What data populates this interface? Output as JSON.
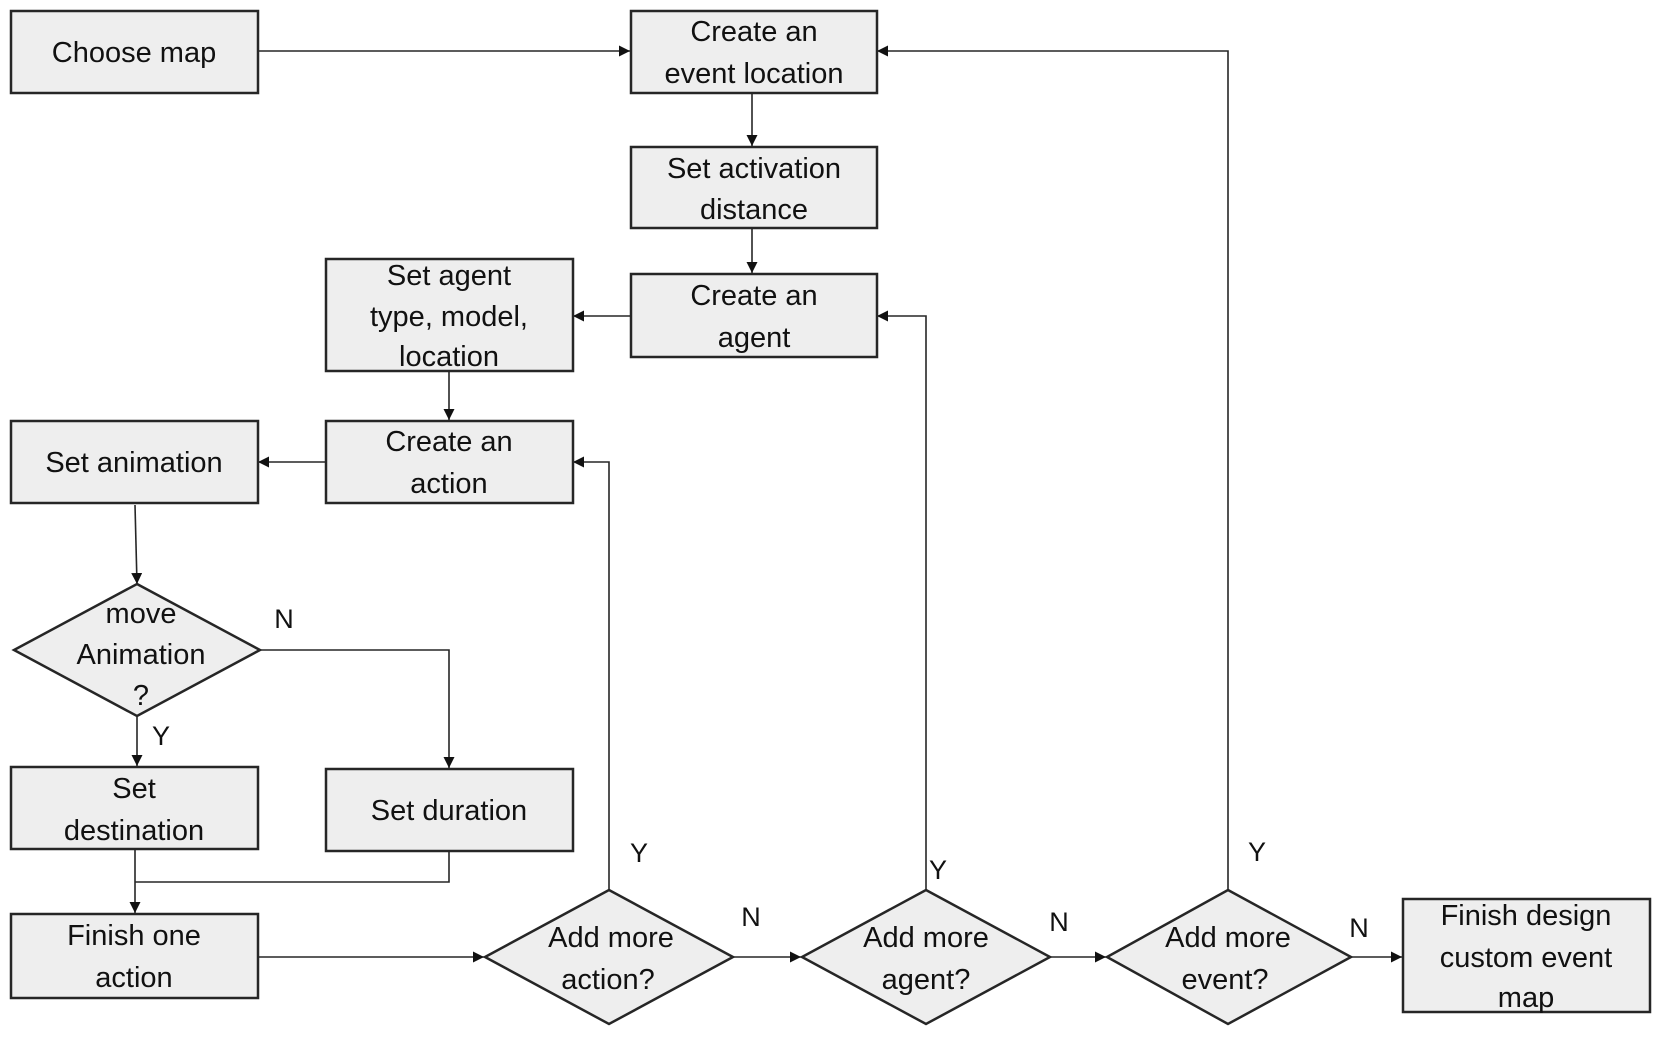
{
  "nodes": {
    "choose_map": {
      "lines": [
        "Choose map"
      ]
    },
    "create_event_location": {
      "lines": [
        "Create an",
        "event location"
      ]
    },
    "set_activation_distance": {
      "lines": [
        "Set activation",
        "distance"
      ]
    },
    "create_agent": {
      "lines": [
        "Create an",
        "agent"
      ]
    },
    "set_agent_type": {
      "lines": [
        "Set agent",
        "type, model,",
        "location"
      ]
    },
    "create_action": {
      "lines": [
        "Create an",
        "action"
      ]
    },
    "set_animation": {
      "lines": [
        "Set animation"
      ]
    },
    "move_animation": {
      "lines": [
        "move",
        "Animation",
        "?"
      ]
    },
    "set_destination": {
      "lines": [
        "Set",
        "destination"
      ]
    },
    "set_duration": {
      "lines": [
        "Set duration"
      ]
    },
    "finish_one_action": {
      "lines": [
        "Finish one",
        "action"
      ]
    },
    "add_more_action": {
      "lines": [
        "Add more",
        "action?"
      ]
    },
    "add_more_agent": {
      "lines": [
        "Add more",
        "agent?"
      ]
    },
    "add_more_event": {
      "lines": [
        "Add more",
        "event?"
      ]
    },
    "finish_design": {
      "lines": [
        "Finish design",
        "custom event",
        "map"
      ]
    }
  },
  "edge_labels": {
    "move_no": "N",
    "move_yes": "Y",
    "action_yes": "Y",
    "action_no": "N",
    "agent_yes": "Y",
    "agent_no": "N",
    "event_yes": "Y",
    "event_no": "N"
  }
}
